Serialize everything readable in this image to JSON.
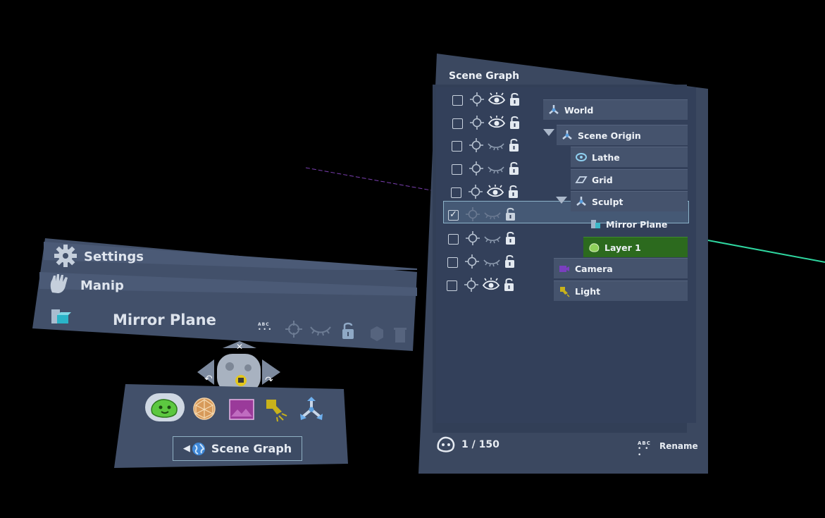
{
  "scene_graph": {
    "title": "Scene Graph",
    "rows": [
      {
        "checked": false,
        "visible": true,
        "label": "World"
      },
      {
        "checked": false,
        "visible": true,
        "label": "Scene Origin"
      },
      {
        "checked": false,
        "visible": false,
        "label": "Lathe"
      },
      {
        "checked": false,
        "visible": false,
        "label": "Grid"
      },
      {
        "checked": false,
        "visible": true,
        "label": "Sculpt"
      },
      {
        "checked": true,
        "visible": false,
        "label": "Mirror Plane"
      },
      {
        "checked": false,
        "visible": false,
        "label": "Layer 1"
      },
      {
        "checked": false,
        "visible": false,
        "label": "Camera"
      },
      {
        "checked": false,
        "visible": true,
        "label": "Light"
      }
    ],
    "checked_glyph": "✓",
    "count": "1 / 150",
    "rename_label": "Rename",
    "rename_icon_text": "ABC"
  },
  "tools": {
    "settings_label": "Settings",
    "manip_label": "Manip",
    "selected_name": "Mirror Plane",
    "abc_text": "ABC"
  },
  "picker": {
    "button_label": "Scene Graph"
  },
  "colors": {
    "panel": "#3b4860",
    "accent_green": "#2fd7a0",
    "layer_green": "#2c6a1e",
    "camera_purple": "#7a3fbf",
    "light_yellow": "#c9b21a"
  }
}
